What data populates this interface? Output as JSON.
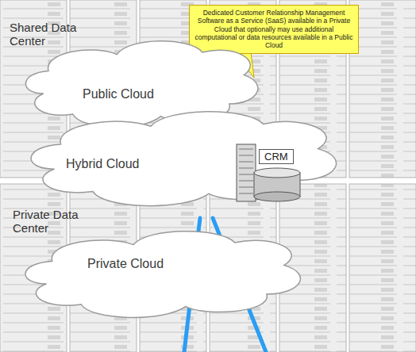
{
  "diagram": {
    "nodes": [
      {
        "text": [
          "Dedicated Customer Relationship Management Software as a Service (SaaS) available in a Private Cloud that optionally may use additional computational or data resources available in a Public Cloud"
        ]
      },
      {
        "text": [
          "Public Cloud"
        ]
      },
      {
        "text": [
          "Hybrid Cloud"
        ]
      },
      {
        "text": [
          "CRM"
        ],
        "in": 2
      },
      {
        "text": [
          "Private Cloud"
        ]
      }
    ],
    "labels": [
      "Shared Data Center",
      "Private Data Center"
    ]
  }
}
